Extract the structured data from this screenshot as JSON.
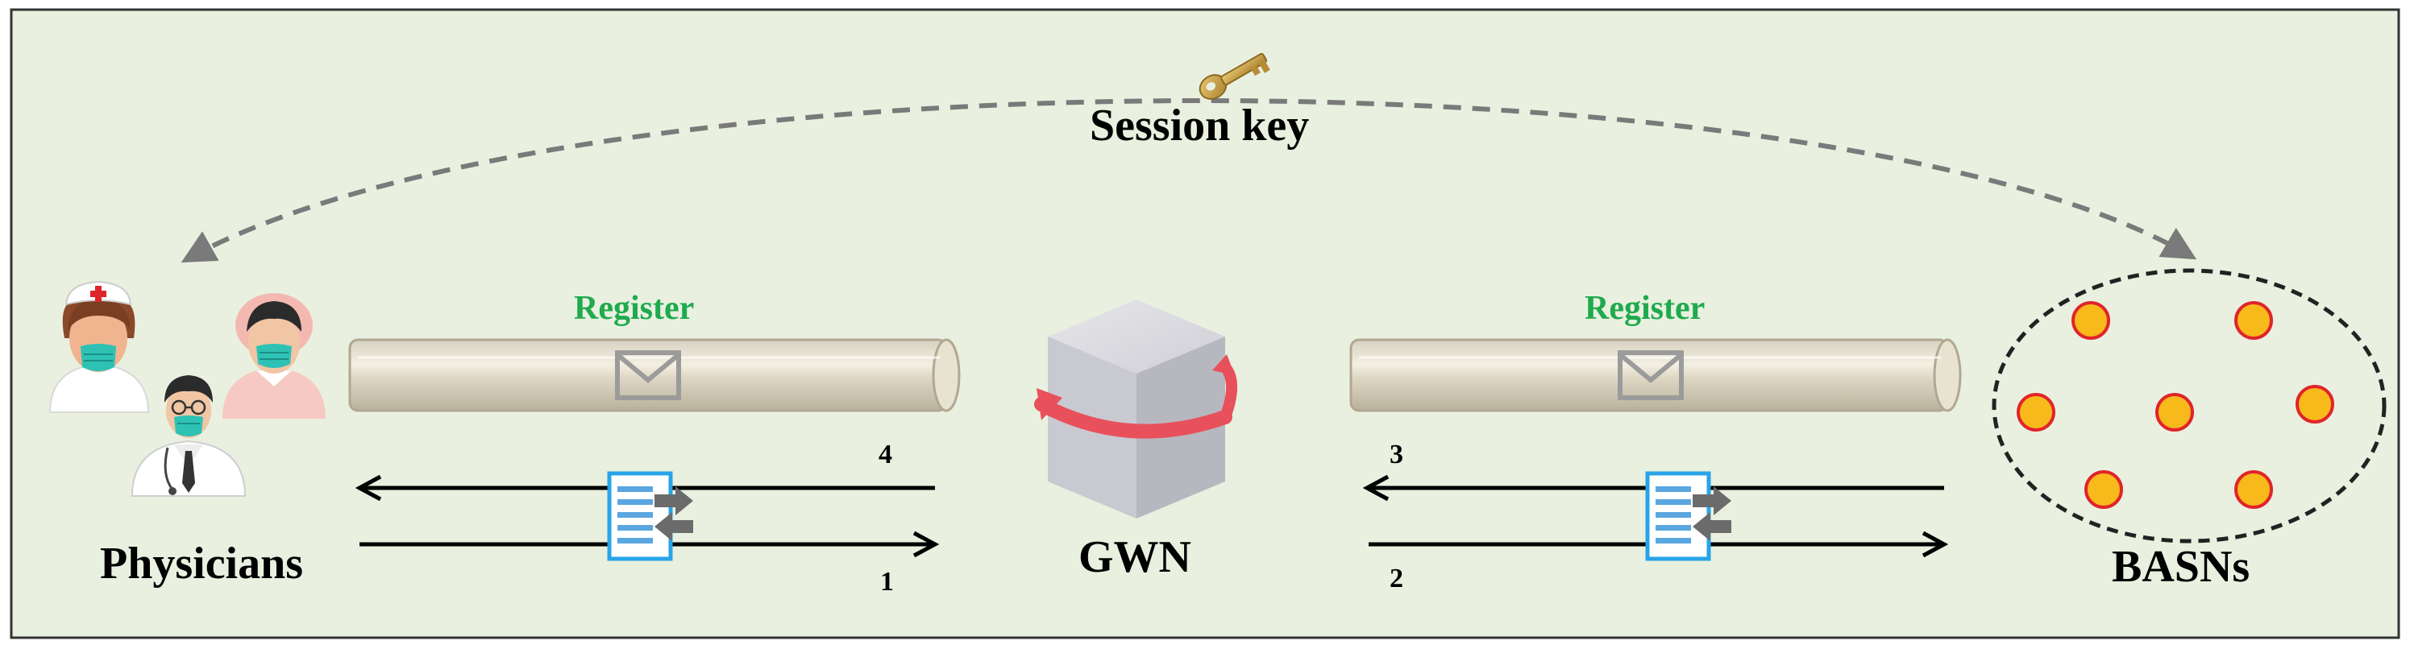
{
  "title": "Session key",
  "nodes": {
    "physicians": "Physicians",
    "gwn": "GWN",
    "basns": "BASNs"
  },
  "channels": {
    "left_register": "Register",
    "right_register": "Register"
  },
  "steps": {
    "step1": "1",
    "step2": "2",
    "step3": "3",
    "step4": "4"
  },
  "colors": {
    "background": "#e9f0df",
    "register_text": "#1faa4e",
    "sensor_fill": "#f8b91a",
    "sensor_stroke": "#e0242b",
    "message_frame": "#27a4e8",
    "rotation_arrow": "#e8505b",
    "dashed_link": "#7a7a7a"
  },
  "icons": [
    "key-icon",
    "nurse-icon",
    "doctor-icon",
    "physician-icon",
    "envelope-icon",
    "message-exchange-icon",
    "server-cube-icon",
    "sensor-node-icon"
  ]
}
